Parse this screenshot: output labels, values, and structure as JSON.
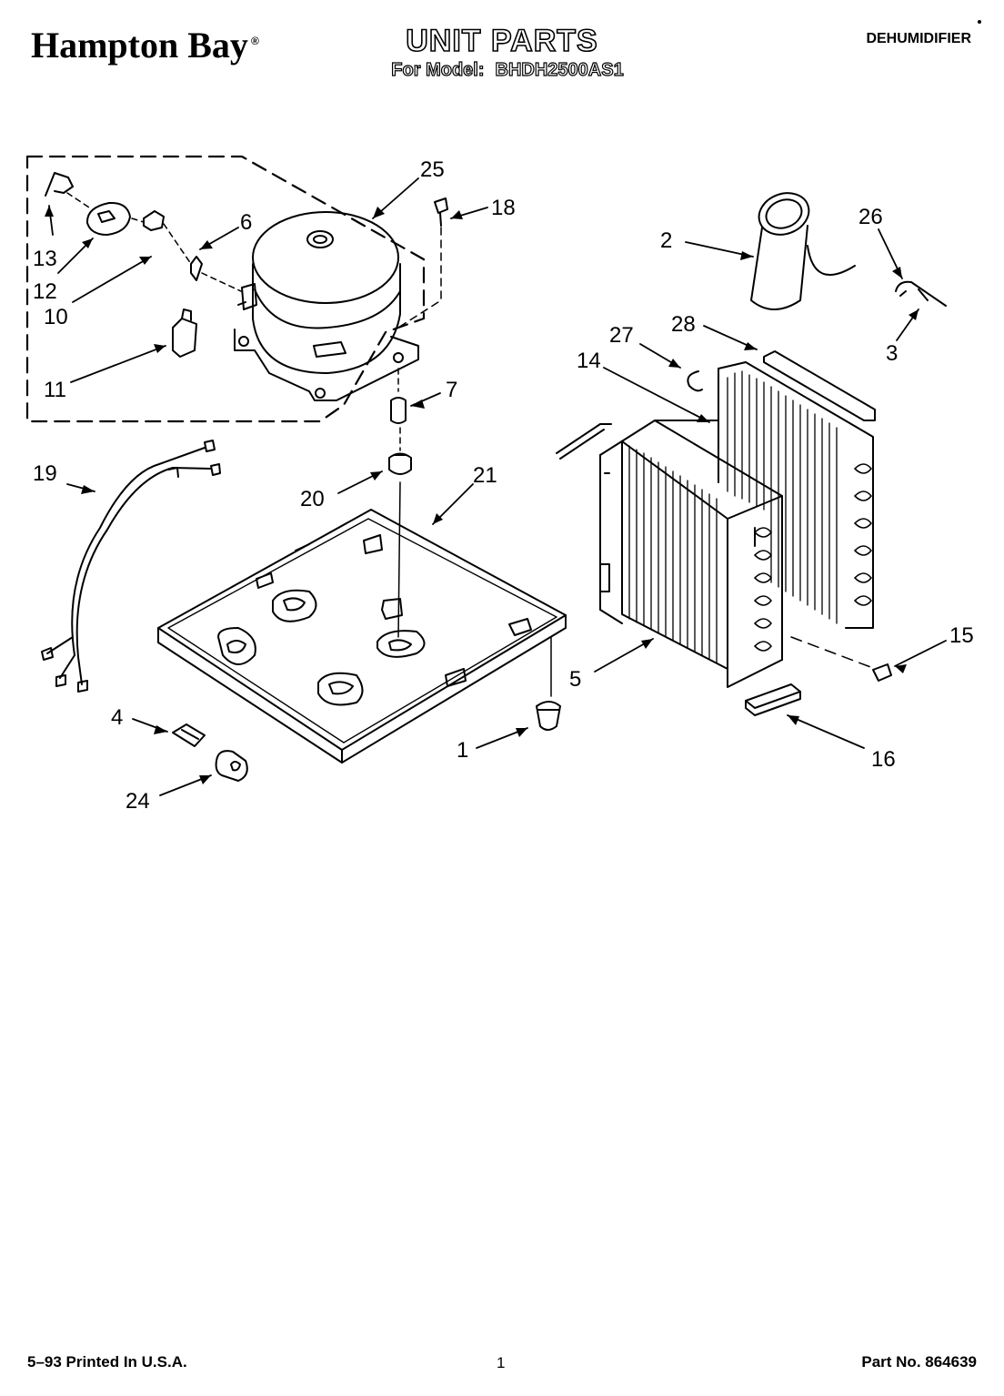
{
  "header": {
    "brand": "Hampton Bay",
    "brand_mark": "®",
    "title": "UNIT PARTS",
    "model_label": "For Model:",
    "model_number": "BHDH2500AS1",
    "category": "DEHUMIDIFIER"
  },
  "callouts": [
    "25",
    "18",
    "6",
    "13",
    "12",
    "10",
    "11",
    "7",
    "2",
    "26",
    "3",
    "28",
    "27",
    "14",
    "19",
    "20",
    "21",
    "15",
    "5",
    "4",
    "1",
    "16",
    "24"
  ],
  "footer": {
    "left": "5–93 Printed In U.S.A.",
    "page": "1",
    "part_number": "Part No. 864639"
  }
}
